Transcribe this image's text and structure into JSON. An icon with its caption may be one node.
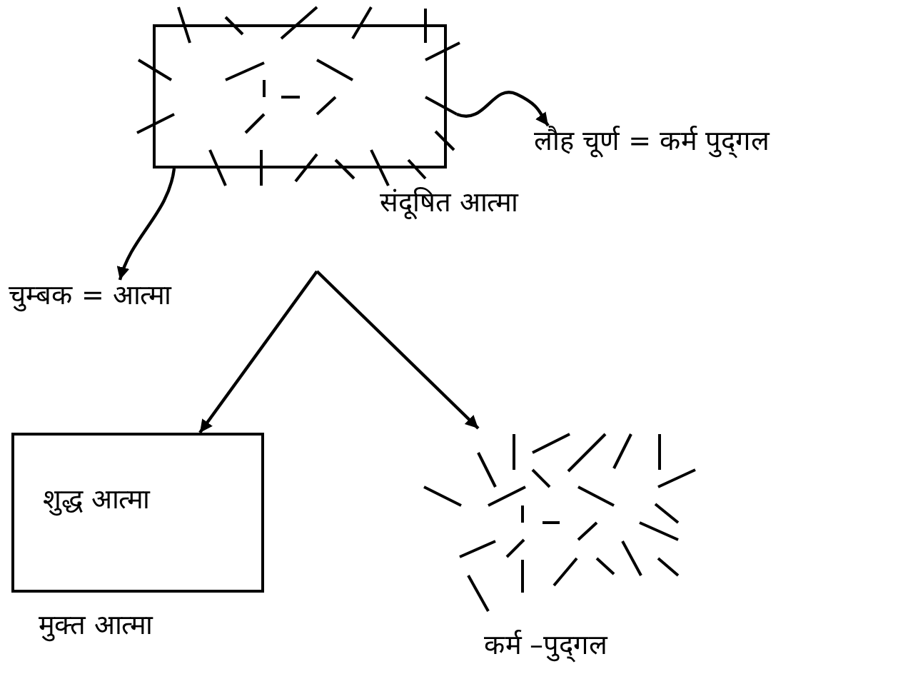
{
  "diagram": {
    "nodes": [
      {
        "text": [],
        "shape": "picture",
        "beside": [
          "संदूषित आत्मा"
        ]
      },
      {
        "text": [
          "लौह चूर्ण = कर्म पुद्‌गल"
        ]
      },
      {
        "text": [
          "चुम्बक = आत्मा"
        ]
      },
      {
        "text": [
          "शुद्ध आत्मा"
        ],
        "beside": [
          "मुक्त आत्मा"
        ]
      },
      {
        "text": [],
        "shape": "picture",
        "beside": [
          "कर्म –पुद्‌गल"
        ]
      }
    ],
    "edges": [
      {
        "from": 0,
        "to": 1,
        "arrow": "to"
      },
      {
        "from": 0,
        "to": 2,
        "arrow": "to"
      },
      {
        "from": 0,
        "to": 3,
        "arrow": "to"
      },
      {
        "from": 0,
        "to": 4,
        "arrow": "to"
      }
    ]
  }
}
